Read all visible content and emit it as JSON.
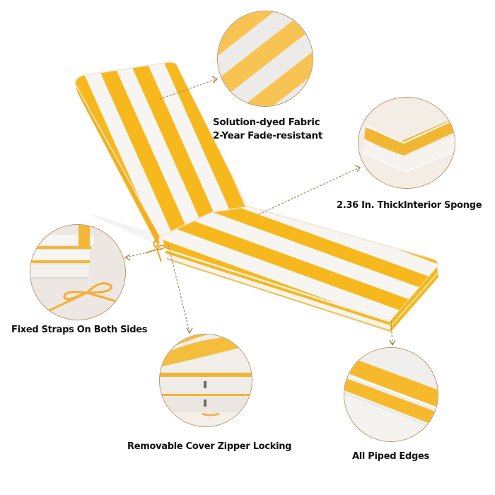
{
  "colors": {
    "stripe_yellow": "#f6b81c",
    "stripe_white": "#f7f5f1",
    "inset_border": "#b8946a",
    "arrow": "#a88a64",
    "label_text": "#111111"
  },
  "product": {
    "name": "chaise-lounge-cushion",
    "pattern": "yellow-white-stripe"
  },
  "callouts": [
    {
      "id": "fabric",
      "lines": [
        "Solution-dyed Fabric",
        "2-Year Fade-resistant"
      ]
    },
    {
      "id": "sponge",
      "text": "2.36 In. ThickInterior Sponge"
    },
    {
      "id": "straps",
      "text": "Fixed Straps On Both Sides"
    },
    {
      "id": "zipper",
      "text": "Removable Cover Zipper Locking"
    },
    {
      "id": "piping",
      "text": "All Piped Edges"
    }
  ]
}
